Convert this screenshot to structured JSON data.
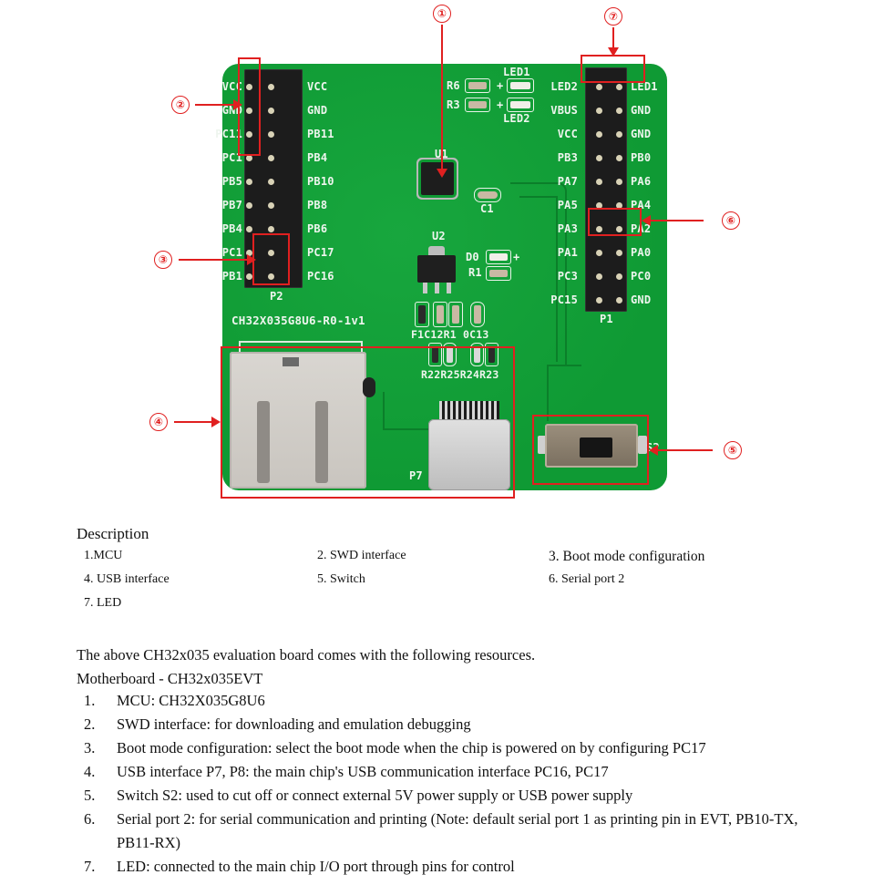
{
  "figure": {
    "board_name": "CH32X035G8U6-R0-1v1",
    "colors": {
      "pcb_green": "#0f9a34",
      "annotation_red": "#e02020",
      "silkscreen": "#eef5ee"
    },
    "header_p2": {
      "label": "P2",
      "left_labels": [
        "VCC",
        "GND",
        "PC11",
        "PC1",
        "PB5",
        "PB7",
        "PB4",
        "PC1",
        "PB1"
      ],
      "right_labels": [
        "VCC",
        "GND",
        "PB11",
        "PB4",
        "PB10",
        "PB8",
        "PB6",
        "PC17",
        "PC16"
      ]
    },
    "header_p1": {
      "label": "P1",
      "left_labels": [
        "LED2",
        "VBUS",
        "VCC",
        "PB3",
        "PA7",
        "PA5",
        "PA3",
        "PA1",
        "PC3",
        "PC15"
      ],
      "right_labels": [
        "LED1",
        "GND",
        "GND",
        "PB0",
        "PA6",
        "PA4",
        "PA2",
        "PA0",
        "PC0",
        "GND"
      ]
    },
    "component_labels": {
      "r6": "R6",
      "r3": "R3",
      "led1": "LED1",
      "led2": "LED2",
      "u1": "U1",
      "c1": "C1",
      "u2": "U2",
      "d0": "D0",
      "r1": "R1",
      "row_mid": "F1C12R1 0C13",
      "row_low": "R22R25R24R23",
      "p7": "P7",
      "s2": "S2",
      "plus": "+"
    },
    "callouts": [
      "①",
      "②",
      "③",
      "④",
      "⑤",
      "⑥",
      "⑦"
    ]
  },
  "description": {
    "title": "Description",
    "items": [
      "1.MCU",
      "2. SWD interface",
      "3. Boot mode configuration",
      "4. USB interface",
      "5. Switch",
      "6. Serial port 2",
      "7. LED"
    ]
  },
  "resources": {
    "intro": "The above CH32x035 evaluation board comes with the following resources.",
    "subtitle": "Motherboard - CH32x035EVT",
    "items": [
      {
        "num": "1.",
        "text": "MCU: CH32X035G8U6"
      },
      {
        "num": "2.",
        "text": "SWD interface: for downloading and emulation debugging"
      },
      {
        "num": "3.",
        "text": "Boot mode configuration: select the boot mode when the chip is powered on by configuring PC17"
      },
      {
        "num": "4.",
        "text": "USB interface P7, P8: the main chip's USB communication interface PC16, PC17"
      },
      {
        "num": "5.",
        "text": "Switch S2: used to cut off or connect external 5V power supply or USB power supply"
      },
      {
        "num": "6.",
        "text": "Serial port 2: for serial communication and printing (Note: default serial port 1 as printing pin in EVT, PB10-TX, PB11-RX)"
      },
      {
        "num": "7.",
        "text": "LED: connected to the main chip I/O port through pins for control"
      }
    ]
  }
}
